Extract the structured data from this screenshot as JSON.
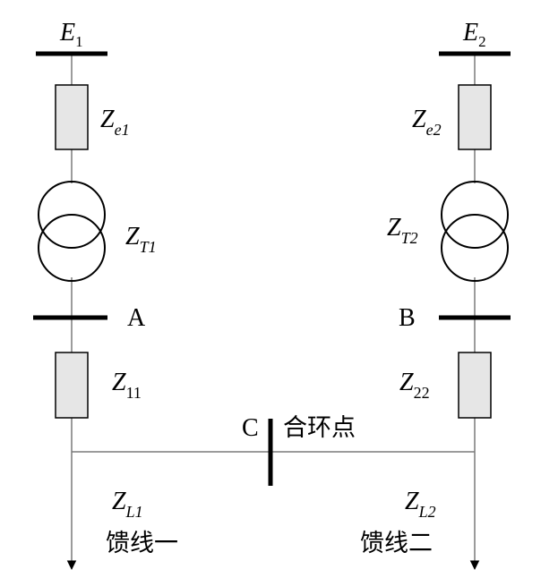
{
  "sources": {
    "left": {
      "main": "E",
      "sub": "1"
    },
    "right": {
      "main": "E",
      "sub": "2"
    }
  },
  "impedances": {
    "ze1": {
      "main": "Z",
      "sub": "e1"
    },
    "ze2": {
      "main": "Z",
      "sub": "e2"
    },
    "zt1": {
      "main": "Z",
      "sub": "T1"
    },
    "zt2": {
      "main": "Z",
      "sub": "T2"
    },
    "z11": {
      "main": "Z",
      "sub": "11"
    },
    "z22": {
      "main": "Z",
      "sub": "22"
    },
    "zl1": {
      "main": "Z",
      "sub": "L1"
    },
    "zl2": {
      "main": "Z",
      "sub": "L2"
    }
  },
  "buses": {
    "a": "A",
    "b": "B",
    "c": "C"
  },
  "tie_point_label": "合环点",
  "feeders": {
    "one": "馈线一",
    "two": "馈线二"
  }
}
